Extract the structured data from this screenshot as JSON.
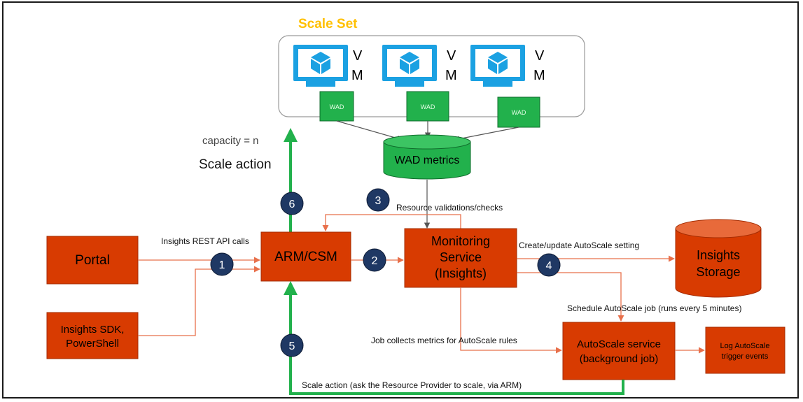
{
  "scale_set": {
    "title": "Scale Set",
    "vm_label_line1": "V",
    "vm_label_line2": "M",
    "wad_label": "WAD"
  },
  "wad_metrics": "WAD metrics",
  "capacity_text": "capacity = n",
  "scale_action_text": "Scale action",
  "boxes": {
    "portal": "Portal",
    "sdk_line1": "Insights SDK,",
    "sdk_line2": "PowerShell",
    "arm": "ARM/CSM",
    "monitoring_line1": "Monitoring",
    "monitoring_line2": "Service",
    "monitoring_line3": "(Insights)",
    "storage_line1": "Insights",
    "storage_line2": "Storage",
    "autoscale_line1": "AutoScale service",
    "autoscale_line2": "(background job)",
    "log_line1": "Log AutoScale",
    "log_line2": "trigger events"
  },
  "edge_labels": {
    "rest_api": "Insights REST API calls",
    "validations": "Resource validations/checks",
    "create_update": "Create/update AutoScale setting",
    "schedule": "Schedule AutoScale job (runs every 5 minutes)",
    "job_collects": "Job collects metrics for AutoScale rules",
    "scale_action_bottom": "Scale action (ask the Resource Provider to scale, via ARM)"
  },
  "steps": [
    "1",
    "2",
    "3",
    "4",
    "5",
    "6"
  ],
  "colors": {
    "box_fill": "#D83B01",
    "box_stroke": "#A32B00",
    "wad_green": "#22B14C",
    "arrow_orange": "#E8704B",
    "arrow_green": "#22B14C",
    "step_fill": "#1F3864",
    "title_gold": "#FFC000",
    "vm_blue": "#1BA1E2"
  }
}
